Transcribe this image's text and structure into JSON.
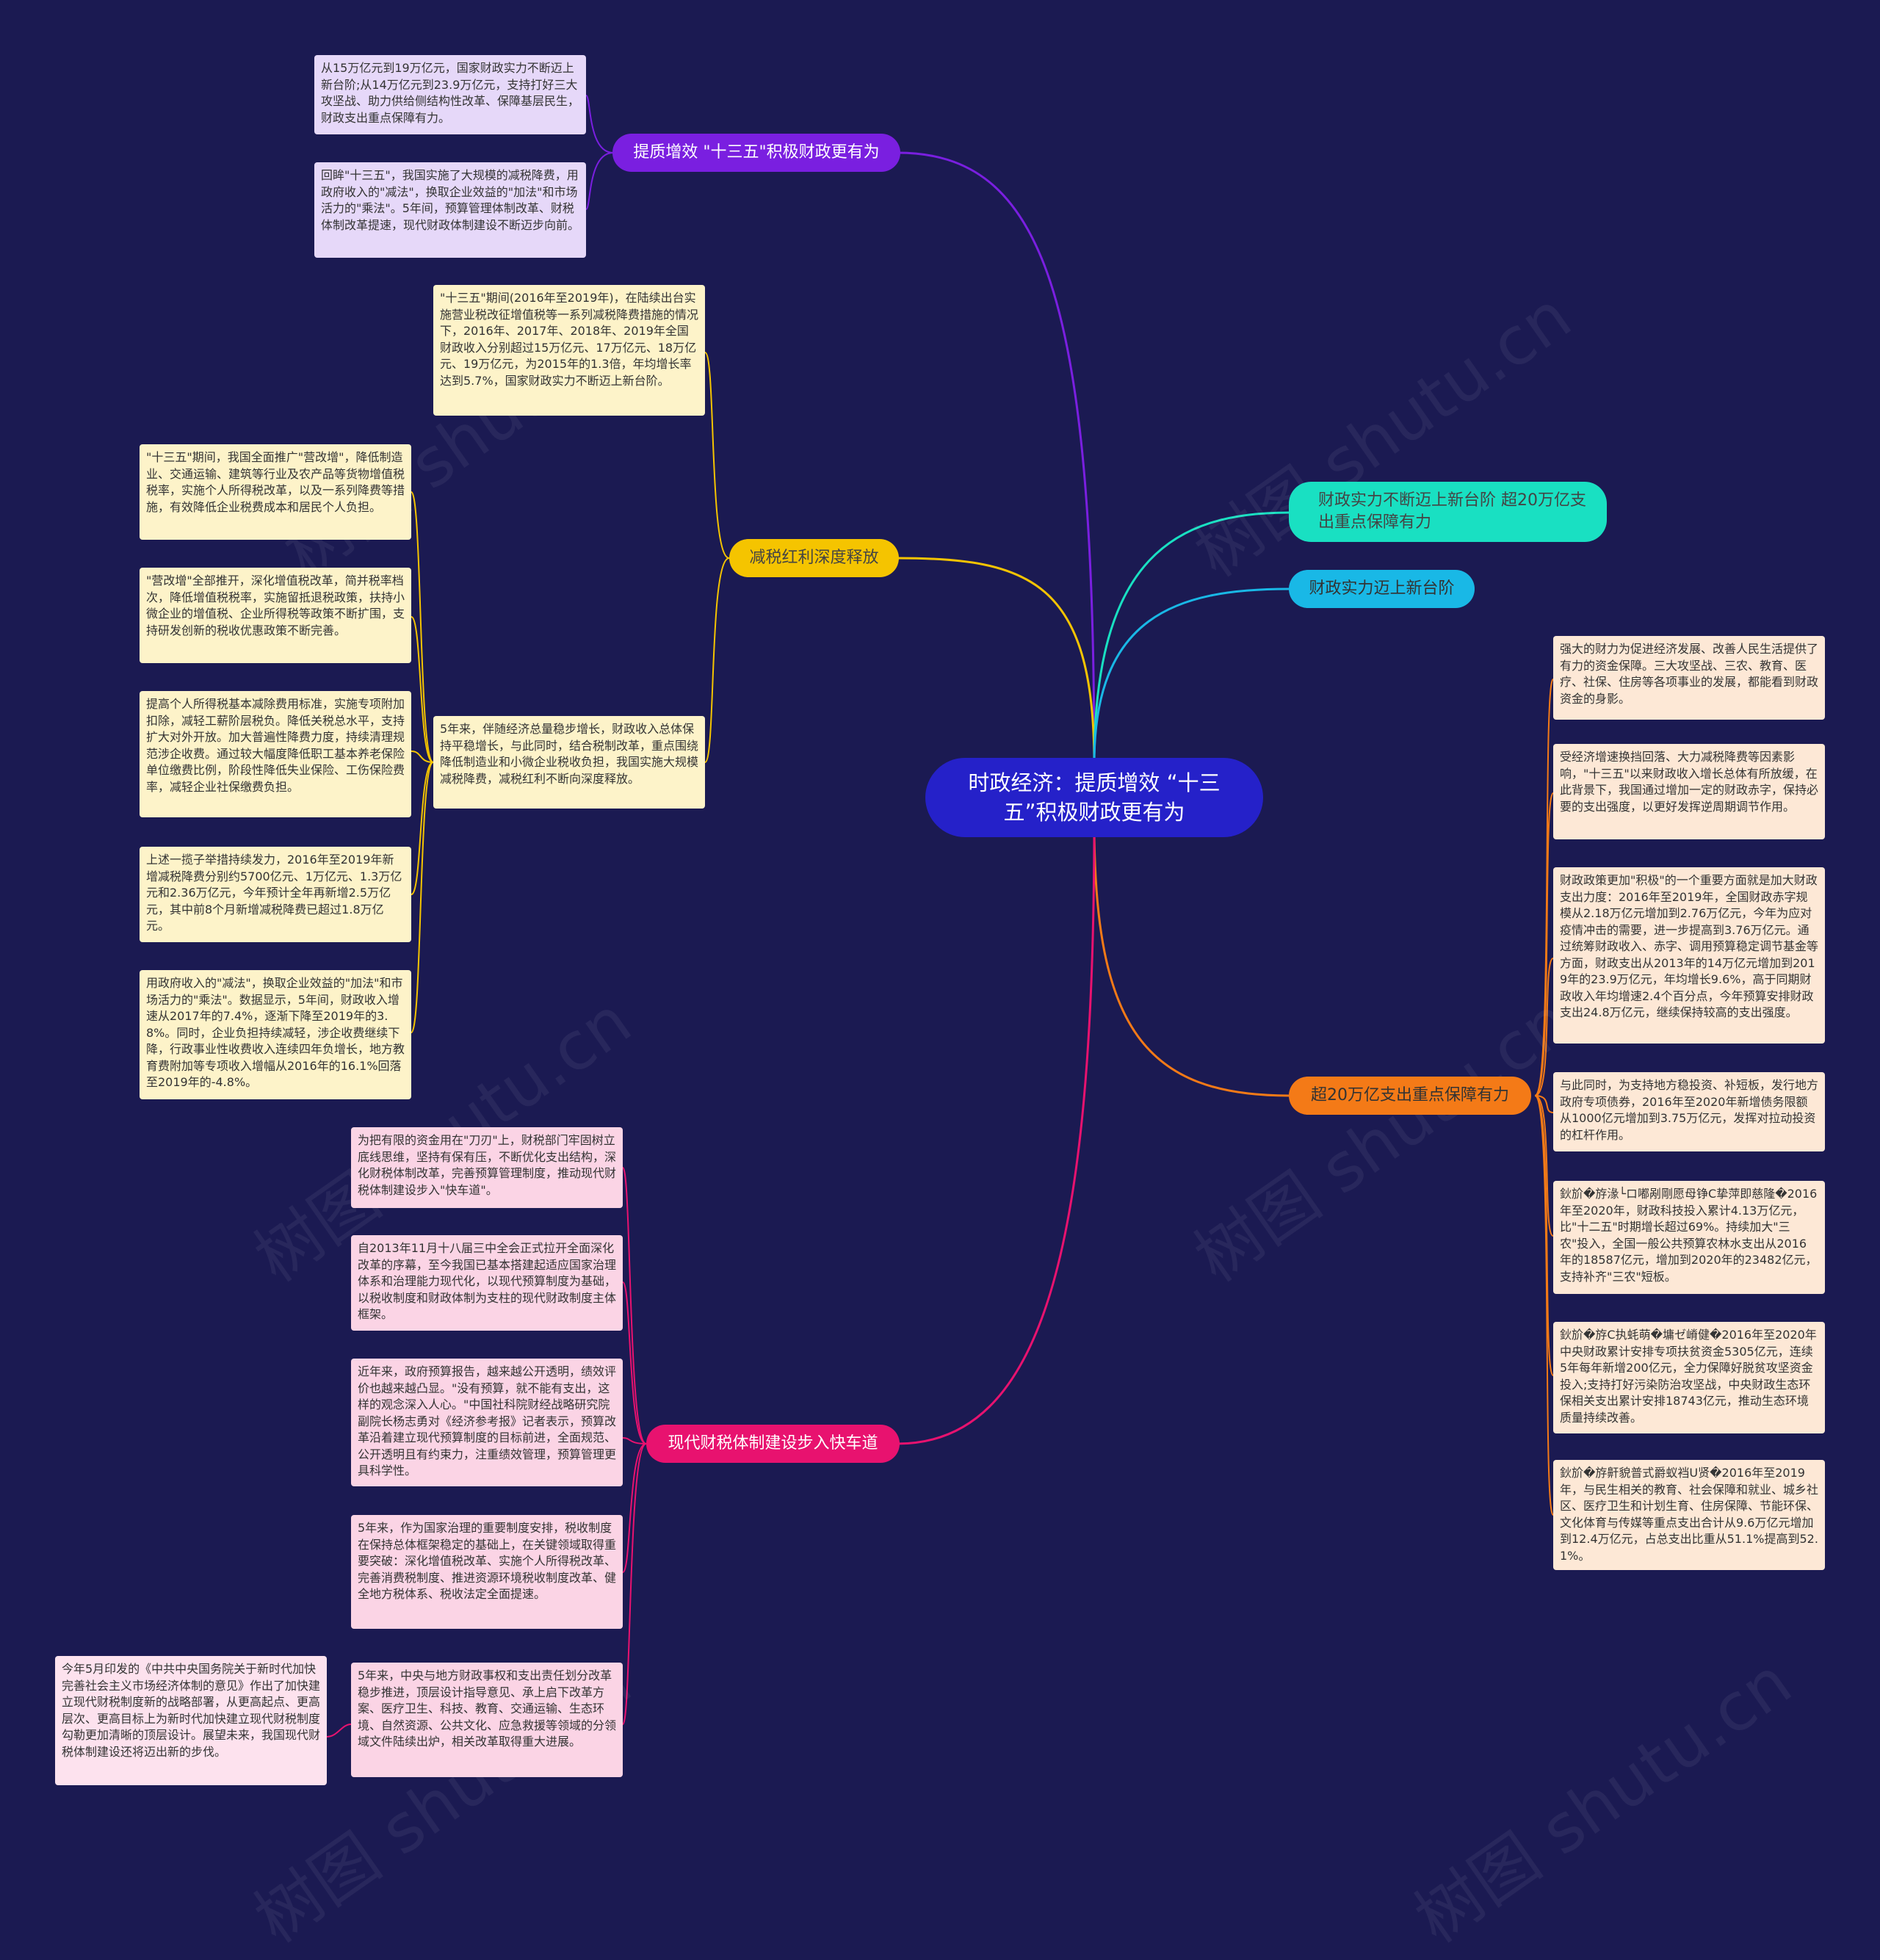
{
  "root": {
    "label": "时政经济：提质增效 “十三五”积极财政更有为"
  },
  "colors": {
    "background": "#1b1a52",
    "root": "#2521c9",
    "purple": "#7a1fe0",
    "yellow": "#f5c400",
    "teal": "#19e0c2",
    "cyan": "#19b8e6",
    "orange": "#f47a17",
    "pink": "#e8126f"
  },
  "branches": {
    "b1": {
      "label": "提质增效 \"十三五\"积极财政更有为",
      "notes": [
        "从15万亿元到19万亿元，国家财政实力不断迈上新台阶;从14万亿元到23.9万亿元，支持打好三大攻坚战、助力供给侧结构性改革、保障基层民生，财政支出重点保障有力。",
        "回眸\"十三五\"，我国实施了大规模的减税降费，用政府收入的\"减法\"，换取企业效益的\"加法\"和市场活力的\"乘法\"。5年间，预算管理体制改革、财税体制改革提速，现代财政体制建设不断迈步向前。"
      ]
    },
    "b2": {
      "label": "减税红利深度释放",
      "top_note": "\"十三五\"期间(2016年至2019年)，在陆续出台实施营业税改征增值税等一系列减税降费措施的情况下，2016年、2017年、2018年、2019年全国财政收入分别超过15万亿元、17万亿元、18万亿元、19万亿元，为2015年的1.3倍，年均增长率达到5.7%，国家财政实力不断迈上新台阶。",
      "mid_note": "5年来，伴随经济总量稳步增长，财政收入总体保持平稳增长，与此同时，结合税制改革，重点围绕降低制造业和小微企业税收负担，我国实施大规模减税降费，减税红利不断向深度释放。",
      "sub_notes": [
        "\"十三五\"期间，我国全面推广\"营改增\"，降低制造业、交通运输、建筑等行业及农产品等货物增值税税率，实施个人所得税改革，以及一系列降费等措施，有效降低企业税费成本和居民个人负担。",
        "\"营改增\"全部推开，深化增值税改革，简并税率档次，降低增值税税率，实施留抵退税政策，扶持小微企业的增值税、企业所得税等政策不断扩围，支持研发创新的税收优惠政策不断完善。",
        "提高个人所得税基本减除费用标准，实施专项附加扣除，减轻工薪阶层税负。降低关税总水平，支持扩大对外开放。加大普遍性降费力度，持续清理规范涉企收费。通过较大幅度降低职工基本养老保险单位缴费比例，阶段性降低失业保险、工伤保险费率，减轻企业社保缴费负担。",
        "上述一揽子举措持续发力，2016年至2019年新增减税降费分别约5700亿元、1万亿元、1.3万亿元和2.36万亿元，今年预计全年再新增2.5万亿元，其中前8个月新增减税降费已超过1.8万亿元。",
        "用政府收入的\"减法\"，换取企业效益的\"加法\"和市场活力的\"乘法\"。数据显示，5年间，财政收入增速从2017年的7.4%，逐渐下降至2019年的3.8%。同时，企业负担持续减轻，涉企收费继续下降，行政事业性收费收入连续四年负增长，地方教育费附加等专项收入增幅从2016年的16.1%回落至2019年的-4.8%。"
      ]
    },
    "b3": {
      "label": "财政实力不断迈上新台阶 超20万亿支出重点保障有力"
    },
    "b4": {
      "label": "财政实力迈上新台阶"
    },
    "b5": {
      "label": "超20万亿支出重点保障有力",
      "notes": [
        "强大的财力为促进经济发展、改善人民生活提供了有力的资金保障。三大攻坚战、三农、教育、医疗、社保、住房等各项事业的发展，都能看到财政资金的身影。",
        "受经济增速换挡回落、大力减税降费等因素影响，\"十三五\"以来财政收入增长总体有所放缓，在此背景下，我国通过增加一定的财政赤字，保持必要的支出强度，以更好发挥逆周期调节作用。",
        "财政政策更加\"积极\"的一个重要方面就是加大财政支出力度：2016年至2019年，全国财政赤字规模从2.18万亿元增加到2.76万亿元，今年为应对疫情冲击的需要，进一步提高到3.76万亿元。通过统筹财政收入、赤字、调用预算稳定调节基金等方面，财政支出从2013年的14万亿元增加到2019年的23.9万亿元，年均增长9.6%，高于同期财政收入年均增速2.4个百分点，今年预算安排财政支出24.8万亿元，继续保持较高的支出强度。",
        "与此同时，为支持地方稳投资、补短板，发行地方政府专项债券，2016年至2020年新增债务限额从1000亿元增加到3.75万亿元，发挥对拉动投资的杠杆作用。",
        "鈥斺�斿湪└ロ嘟剐剛愿母铮C挚萍即慈隆�2016年至2020年，财政科技投入累计4.13万亿元，比\"十二五\"时期增长超过69%。持续加大\"三农\"投入，全国一般公共预算农林水支出从2016年的18587亿元，增加到2020年的23482亿元，支持补齐\"三农\"短板。",
        "鈥斺�斿C执蚝萌�墉ゼ嵴健�2016年至2020年中央财政累计安排专项扶贫资金5305亿元，连续5年每年新增200亿元，全力保障好脱贫攻坚资金投入;支持打好污染防治攻坚战，中央财政生态环保相关支出累计安排18743亿元，推动生态环境质量持续改善。",
        "鈥斺�斿鼾貌普式爵蚁裆U贤�2016年至2019年，与民生相关的教育、社会保障和就业、城乡社区、医疗卫生和计划生育、住房保障、节能环保、文化体育与传媒等重点支出合计从9.6万亿元增加到12.4万亿元，占总支出比重从51.1%提高到52.1%。"
      ]
    },
    "b6": {
      "label": "现代财税体制建设步入快车道",
      "notes": [
        "为把有限的资金用在\"刀刃\"上，财税部门牢固树立底线思维，坚持有保有压，不断优化支出结构，深化财税体制改革，完善预算管理制度，推动现代财税体制建设步入\"快车道\"。",
        "自2013年11月十八届三中全会正式拉开全面深化改革的序幕，至今我国已基本搭建起适应国家治理体系和治理能力现代化，以现代预算制度为基础，以税收制度和财政体制为支柱的现代财政制度主体框架。",
        "近年来，政府预算报告，越来越公开透明，绩效评价也越来越凸显。\"没有预算，就不能有支出，这样的观念深入人心。\"中国社科院财经战略研究院副院长杨志勇对《经济参考报》记者表示，预算改革沿着建立现代预算制度的目标前进，全面规范、公开透明且有约束力，注重绩效管理，预算管理更具科学性。",
        "5年来，作为国家治理的重要制度安排，税收制度在保持总体框架稳定的基础上，在关键领域取得重要突破：深化增值税改革、实施个人所得税改革、完善消费税制度、推进资源环境税收制度改革、健全地方税体系、税收法定全面提速。",
        "5年来，中央与地方财政事权和支出责任划分改革稳步推进，顶层设计指导意见、承上启下改革方案、医疗卫生、科技、教育、交通运输、生态环境、自然资源、公共文化、应急救援等领域的分领域文件陆续出炉，相关改革取得重大进展。"
      ],
      "leaf": "今年5月印发的《中共中央国务院关于新时代加快完善社会主义市场经济体制的意见》作出了加快建立现代财税制度新的战略部署，从更高起点、更高层次、更高目标上为新时代加快建立现代财税制度勾勒更加清晰的顶层设计。展望未来，我国现代财税体制建设还将迈出新的步伐。"
    }
  },
  "watermark": "树图 shutu.cn"
}
